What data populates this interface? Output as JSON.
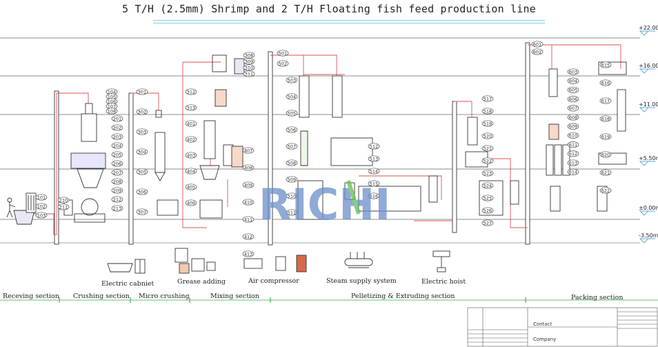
{
  "title": "5 T/H (2.5mm) Shrimp and 2 T/H Floating fish feed production line",
  "levels": [
    "+22.00m",
    "+16.00m",
    "+11.00m",
    "+5.50m",
    "±0.00m",
    "-3.50m"
  ],
  "sections": [
    "Receving section",
    "Crushing section",
    "Micro crushing",
    "Mixing section",
    "Pelletizing & Extruding section",
    "Packing section"
  ],
  "legend": [
    "Electric cabniet",
    "Grease adding",
    "Air compressor",
    "Steam supply system",
    "Electric hoist"
  ],
  "title_block": {
    "contact": "Contact",
    "company": "Company"
  },
  "logo": "RICHI",
  "tags": {
    "receiving": [
      "101",
      "102",
      "103"
    ],
    "crushing_left": [
      "210",
      "211"
    ],
    "crushing_top": [
      "104",
      "105",
      "106",
      "107",
      "108"
    ],
    "crushing": [
      "201",
      "202",
      "203",
      "204",
      "205",
      "206",
      "207",
      "208",
      "209",
      "212",
      "213"
    ],
    "micro": [
      "301",
      "302",
      "303",
      "304",
      "305",
      "306",
      "307"
    ],
    "micro_top": [
      "308",
      "309",
      "310",
      "311"
    ],
    "mixing": [
      "312",
      "313",
      "401",
      "402",
      "403",
      "404",
      "405",
      "406"
    ],
    "mixing_b": [
      "407",
      "408",
      "409",
      "410",
      "411",
      "412",
      "413"
    ],
    "pellet_top": [
      "501",
      "502"
    ],
    "pellet": [
      "503",
      "504",
      "505",
      "506",
      "507",
      "508",
      "509",
      "510",
      "511"
    ],
    "pellet_b": [
      "512",
      "513",
      "514",
      "515",
      "516"
    ],
    "cooler": [
      "517",
      "518",
      "519",
      "520",
      "521",
      "522",
      "523",
      "524",
      "525",
      "526",
      "527"
    ],
    "packing_top": [
      "601",
      "602"
    ],
    "packing": [
      "603",
      "604",
      "605",
      "606",
      "607",
      "608",
      "609",
      "610",
      "611",
      "612",
      "613",
      "614"
    ],
    "packing_b": [
      "615",
      "616",
      "617",
      "618",
      "619",
      "620",
      "621",
      "622"
    ]
  }
}
